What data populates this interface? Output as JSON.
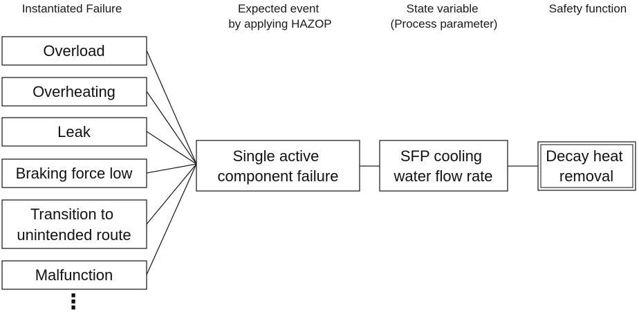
{
  "headers": {
    "failure": [
      "Instantiated Failure"
    ],
    "event": [
      "Expected event",
      "by applying HAZOP"
    ],
    "state": [
      "State variable",
      "(Process parameter)"
    ],
    "safety": [
      "Safety function"
    ]
  },
  "failures": [
    [
      "Overload"
    ],
    [
      "Overheating"
    ],
    [
      "Leak"
    ],
    [
      "Braking force low"
    ],
    [
      "Transition to",
      "unintended route"
    ],
    [
      "Malfunction"
    ]
  ],
  "event_box": [
    "Single active",
    "component failure"
  ],
  "state_box": [
    "SFP cooling",
    "water flow rate"
  ],
  "safety_box": [
    "Decay heat",
    "removal"
  ],
  "continuation_symbol": "⋮",
  "colors": {
    "stroke": "#222222",
    "text": "#111111",
    "background": "#ffffff"
  }
}
